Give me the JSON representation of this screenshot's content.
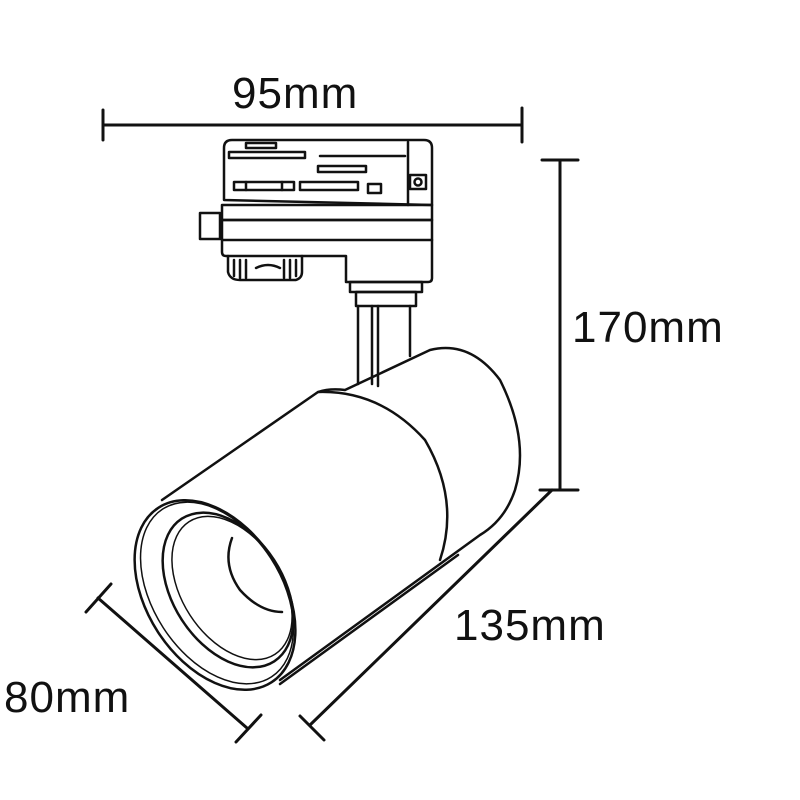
{
  "diagram": {
    "subject": "track spotlight",
    "dimensions": {
      "width": "95mm",
      "height": "170mm",
      "length": "135mm",
      "diameter": "80mm"
    }
  },
  "colors": {
    "line": "#111111",
    "background": "#ffffff"
  }
}
